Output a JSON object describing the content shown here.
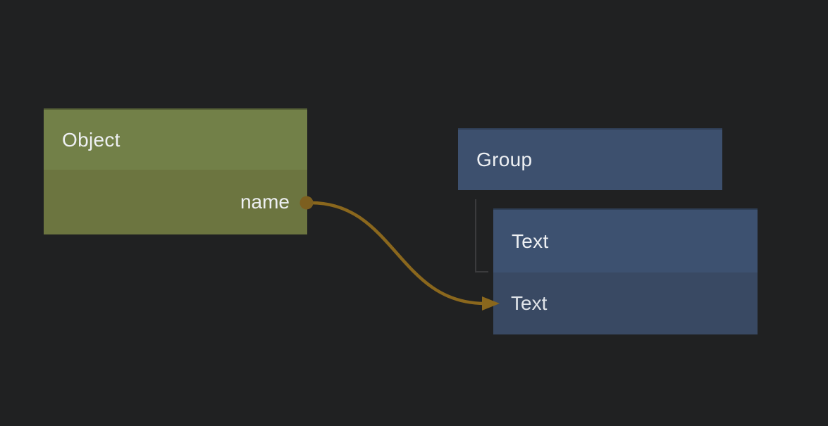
{
  "canvas": {
    "background_color": "#202122"
  },
  "nodes": [
    {
      "id": "object",
      "title": "Object",
      "header_color": "#728048",
      "body_color": "#6c7540",
      "outputs": [
        {
          "label": "name"
        }
      ]
    },
    {
      "id": "group",
      "title": "Group",
      "header_color": "#3d506e"
    },
    {
      "id": "text",
      "title": "Text",
      "header_color": "#3d5170",
      "body_color": "#394963",
      "inputs": [
        {
          "label": "Text"
        }
      ]
    }
  ],
  "connection": {
    "color": "#8a671d",
    "port_dot_color": "#7d5f1f"
  },
  "tree_connector": {
    "color": "#3b3b3d"
  }
}
